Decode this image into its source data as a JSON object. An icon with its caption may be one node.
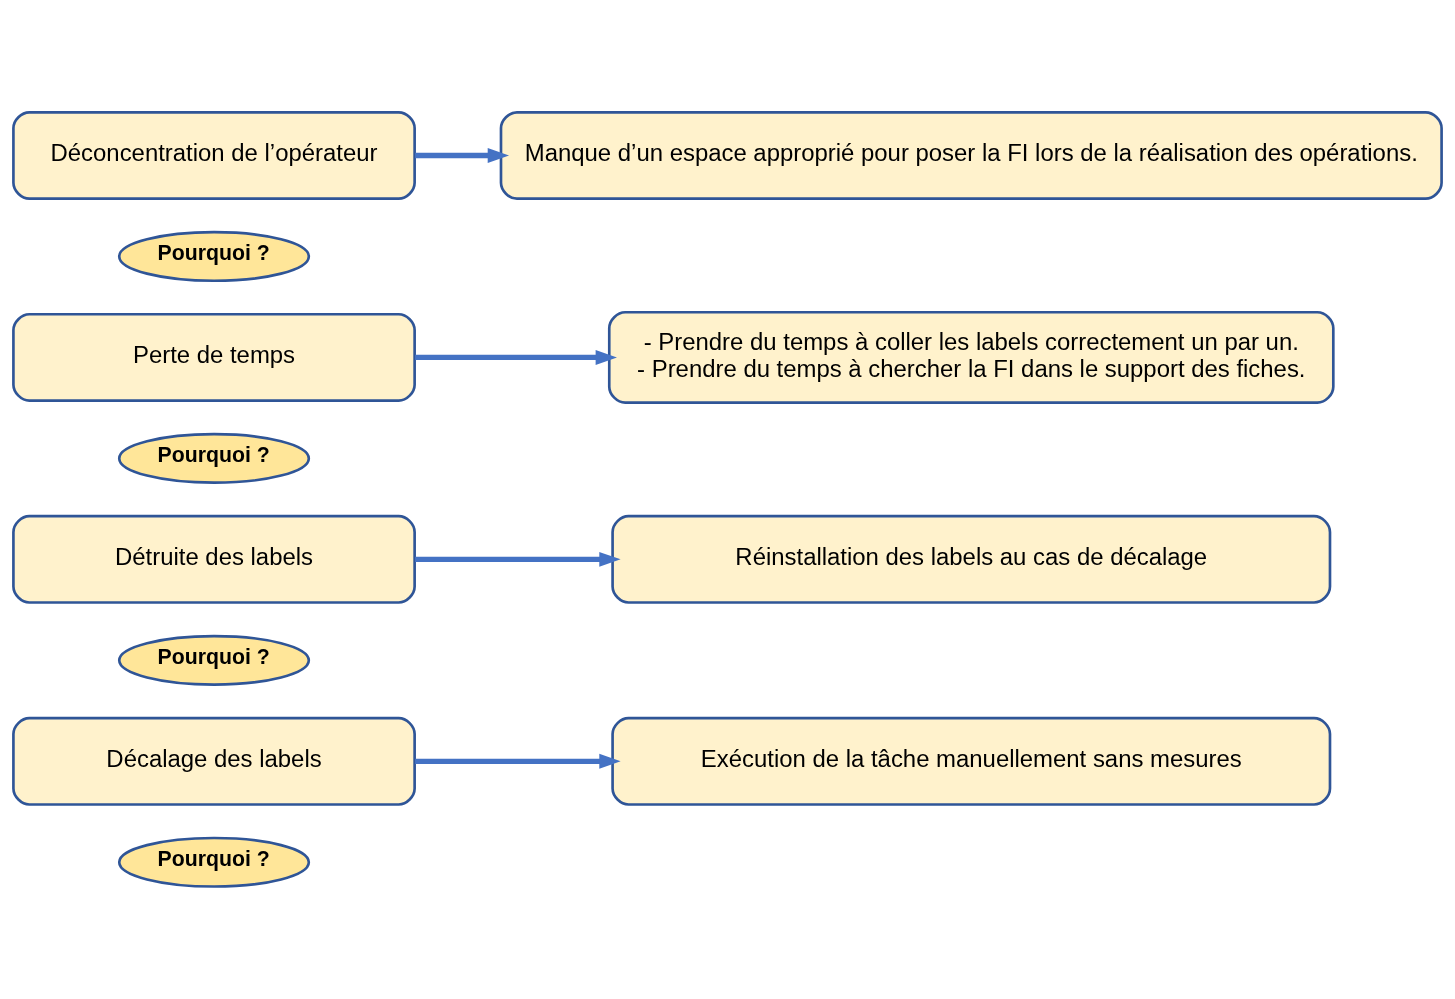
{
  "diagram": {
    "nodes": [
      {
        "text": [
          "Pourquoi ?"
        ]
      },
      {
        "text": [
          "Décalage des labels"
        ]
      },
      {
        "text": [
          "Exécution de la tâche manuellement sans mesures"
        ]
      },
      {
        "text": [
          "Pourquoi ?"
        ]
      },
      {
        "text": [
          "Détruite des labels"
        ]
      },
      {
        "text": [
          "Réinstallation des labels au cas de décalage"
        ]
      },
      {
        "text": [
          "Pourquoi ?"
        ]
      },
      {
        "text": [
          "Perte de temps"
        ]
      },
      {
        "text": [
          "- Prendre du temps à coller les labels correctement un par un.",
          "- Prendre du temps à chercher la FI dans le support des fiches."
        ]
      },
      {
        "text": [
          "Pourquoi ?"
        ]
      },
      {
        "text": [
          "Déconcentration de l’opérateur"
        ]
      },
      {
        "text": [
          "Manque d’un espace approprié pour poser la FI lors de la réalisation des opérations."
        ]
      }
    ],
    "edges": [
      {
        "from": 1,
        "to": 2,
        "arrow": "to"
      },
      {
        "from": 4,
        "to": 5,
        "arrow": "to"
      },
      {
        "from": 7,
        "to": 8,
        "arrow": "to"
      },
      {
        "from": 10,
        "to": 11,
        "arrow": "to"
      }
    ]
  }
}
